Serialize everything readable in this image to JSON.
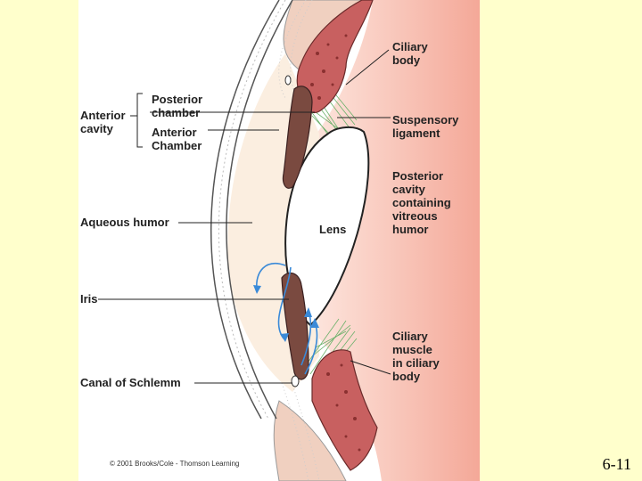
{
  "figure": {
    "labels": {
      "anterior_cavity": [
        "Anterior",
        "cavity"
      ],
      "posterior_chamber": [
        "Posterior",
        "chamber"
      ],
      "anterior_chamber": [
        "Anterior",
        "Chamber"
      ],
      "aqueous_humor": "Aqueous humor",
      "iris": "Iris",
      "canal_of_schlemm": "Canal of Schlemm",
      "ciliary_body": [
        "Ciliary",
        "body"
      ],
      "suspensory_ligament": [
        "Suspensory",
        "ligament"
      ],
      "posterior_cavity": [
        "Posterior",
        "cavity",
        "containing",
        "vitreous",
        "humor"
      ],
      "lens": "Lens",
      "ciliary_muscle": [
        "Ciliary",
        "muscle",
        "in ciliary",
        "body"
      ]
    },
    "copyright": "© 2001 Brooks/Cole - Thomson Learning",
    "colors": {
      "ciliary_tissue": "#c86060",
      "iris": "#7a4a40",
      "ligament": "#6ab06a",
      "aqueous": "#fbeee0",
      "vitreous": "#f4b0a0",
      "flow_arrows": "#3a8ad8",
      "cornea": "#f0d8c8"
    }
  },
  "slide": {
    "number": "6-11"
  }
}
